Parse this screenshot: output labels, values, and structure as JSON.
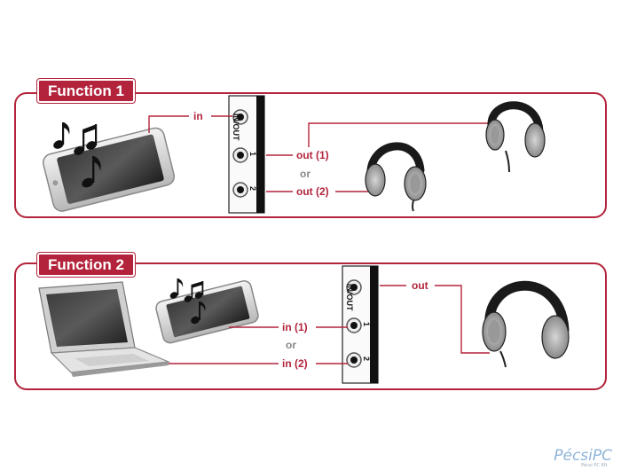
{
  "function1": {
    "title": "Function 1",
    "port_header": "IN/OUT",
    "port1": "1",
    "port2": "2",
    "label_in": "in",
    "label_out1": "out (1)",
    "label_or": "or",
    "label_out2": "out (2)"
  },
  "function2": {
    "title": "Function 2",
    "port_header": "IN/OUT",
    "port1": "1",
    "port2": "2",
    "label_in1": "in (1)",
    "label_or": "or",
    "label_in2": "in (2)",
    "label_out": "out"
  },
  "watermark": {
    "brand": "PécsiPC",
    "tagline": "Pécsi PC Kft."
  },
  "colors": {
    "accent": "#b3243c",
    "device_dark": "#1a1a1a",
    "device_grey": "#a0a0a0"
  }
}
